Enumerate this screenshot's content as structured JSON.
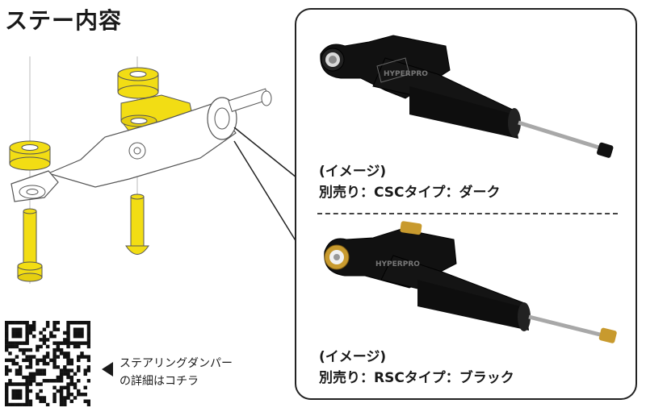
{
  "title": "ステー内容",
  "panel": {
    "item1": {
      "line1": "(イメージ)",
      "line2": "別売り：CSCタイプ：ダーク"
    },
    "item2": {
      "line1": "(イメージ)",
      "line2": "別売り：RSCタイプ：ブラック"
    }
  },
  "qr_text": {
    "line1": "ステアリングダンパー",
    "line2": "の詳細はコチラ"
  },
  "colors": {
    "yellow": "#f2dd14",
    "black": "#111111",
    "gold": "#c89a2e"
  }
}
